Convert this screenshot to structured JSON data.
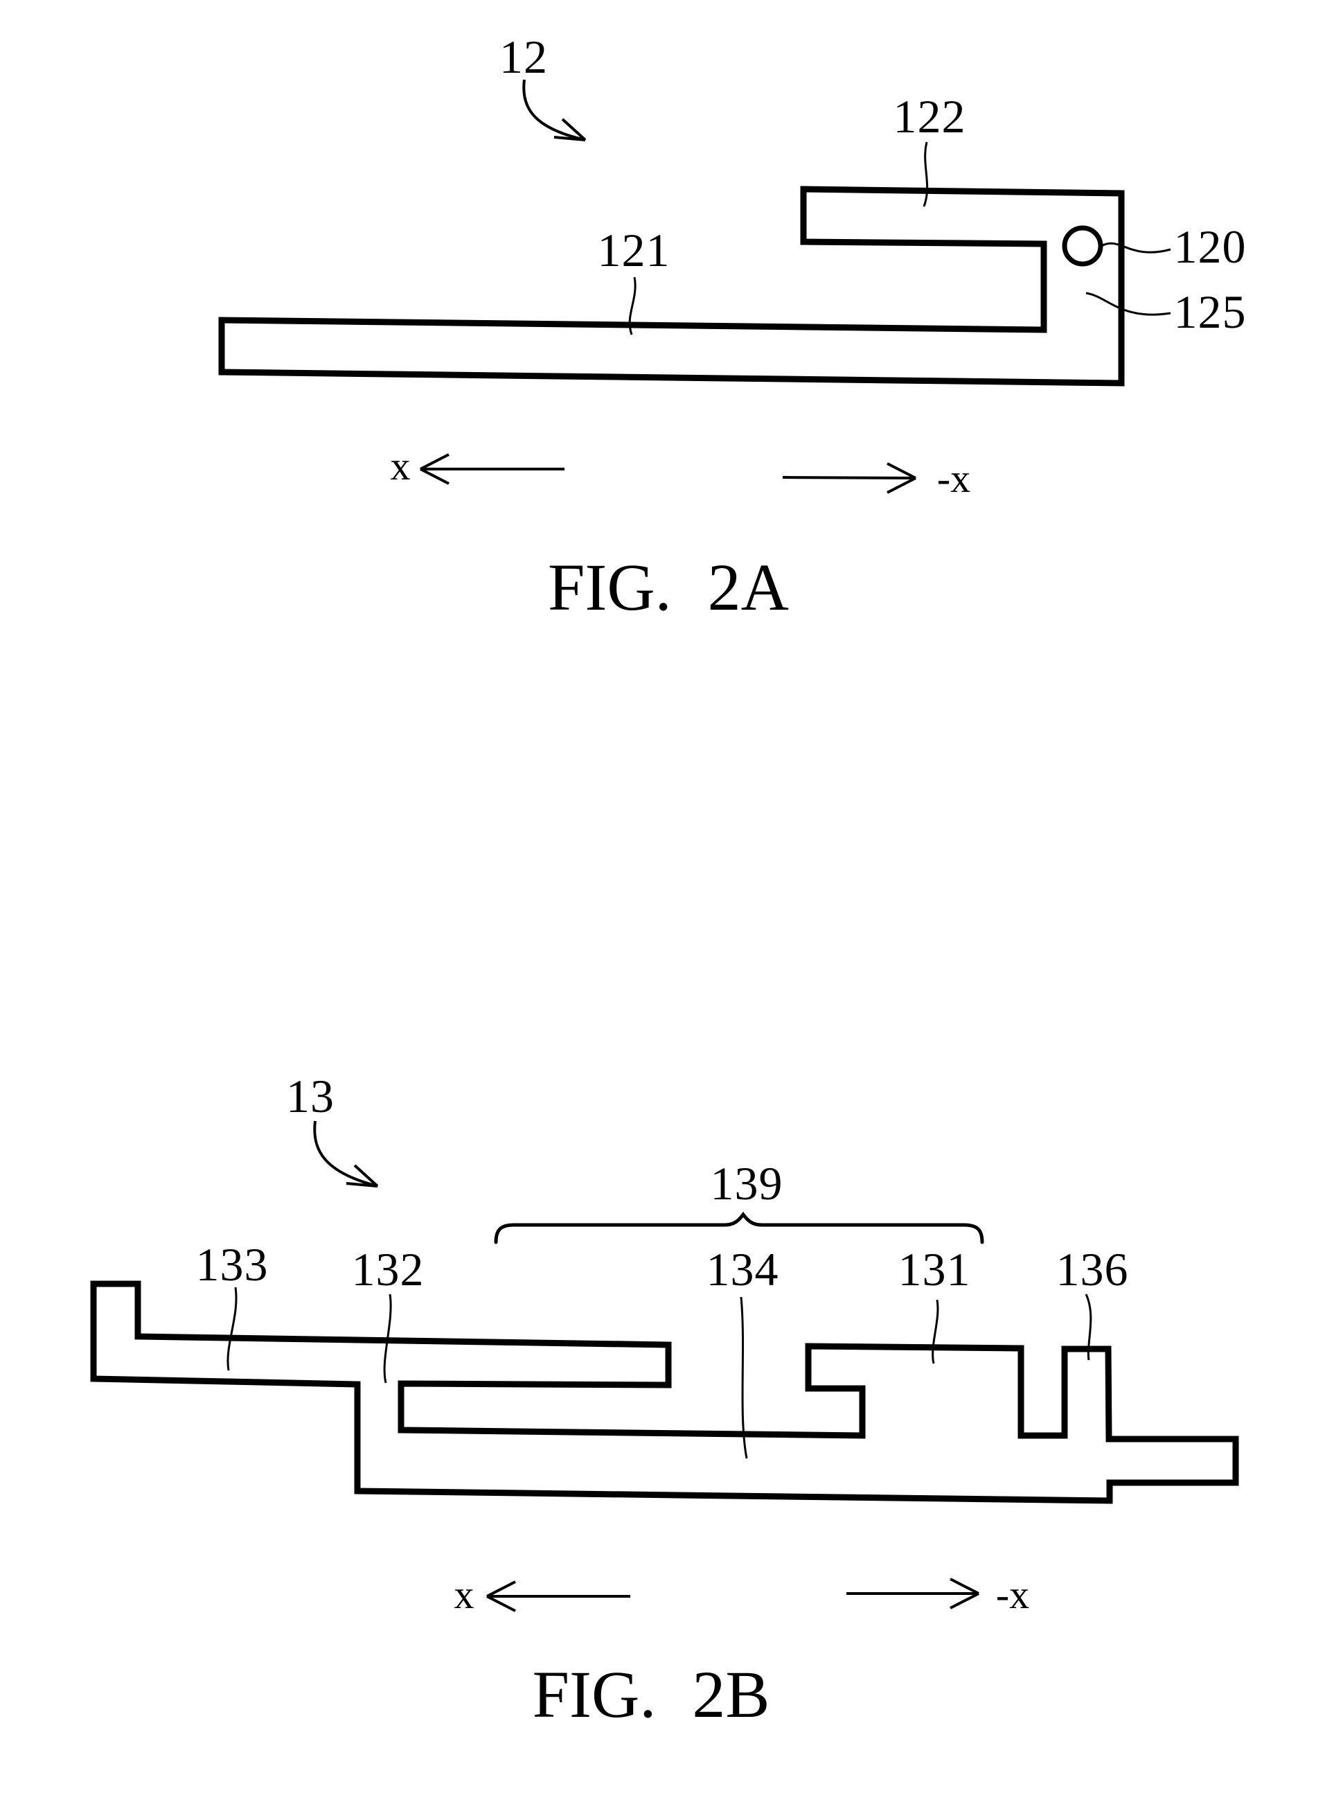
{
  "page": {
    "background_color": "#ffffff",
    "ink_color": "#000000"
  },
  "figure_2a": {
    "caption": "FIG. 2A",
    "labels": {
      "assembly": "12",
      "upper_arm": "122",
      "main_arm": "121",
      "feed_point": "120",
      "connecting_portion": "125"
    },
    "axis": {
      "positive": "x",
      "negative": "-x"
    }
  },
  "figure_2b": {
    "caption": "FIG. 2B",
    "labels": {
      "assembly": "13",
      "group": "139",
      "left_arm": "133",
      "middle_arm": "132",
      "lower_arm": "134",
      "right_block": "131",
      "finger": "136"
    },
    "axis": {
      "positive": "x",
      "negative": "-x"
    }
  }
}
